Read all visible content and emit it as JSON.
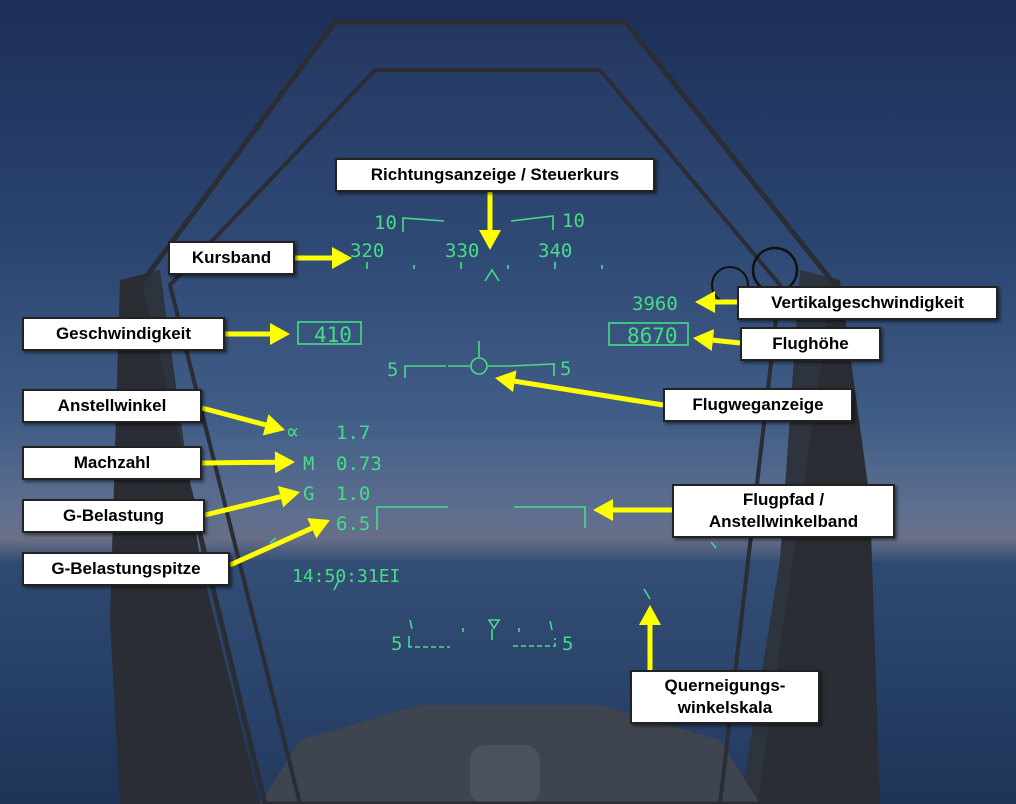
{
  "hud": {
    "heading_ticks": [
      "320",
      "330",
      "340"
    ],
    "pitch_upper_left": "10",
    "pitch_upper_right": "10",
    "pitch_mid_left": "5",
    "pitch_mid_right": "5",
    "pitch_low_left": "5",
    "pitch_low_right": "5",
    "vertical_speed": "3960",
    "altitude": "8670",
    "airspeed": "410",
    "aoa_symbol": "∝",
    "aoa_value": "1.7",
    "mach_symbol": "M",
    "mach_value": "0.73",
    "g_symbol": "G",
    "g_value": "1.0",
    "g_peak": "6.5",
    "clock": "14:50:31EI"
  },
  "labels": {
    "heading_indicator": "Richtungsanzeige / Steuerkurs",
    "heading_tape": "Kursband",
    "airspeed": "Geschwindigkeit",
    "aoa": "Anstellwinkel",
    "mach": "Machzahl",
    "g_load": "G-Belastung",
    "g_peak": "G-Belastungspitze",
    "vertical_speed": "Vertikalgeschwindigkeit",
    "altitude": "Flughöhe",
    "flight_path_marker": "Flugweganzeige",
    "flight_path_line1": "Flugpfad /",
    "flight_path_line2": "Anstellwinkelband",
    "bank_line1": "Querneigungs-",
    "bank_line2": "winkelskala"
  },
  "colors": {
    "hud": "#46dc86",
    "arrow": "#ffff00"
  }
}
